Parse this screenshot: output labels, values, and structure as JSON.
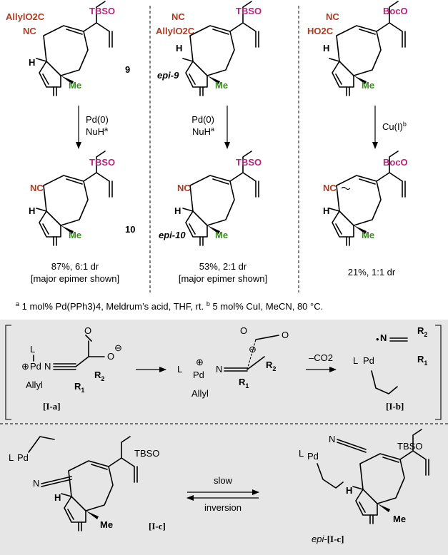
{
  "colors": {
    "ester": "#b5391c",
    "silyl": "#b3257f",
    "methyl": "#3a8a1e",
    "panel": "#e6e6e6"
  },
  "col1": {
    "sm_ester": "AllylO2C",
    "sm_cn": "NC",
    "sm_pg": "TBSO",
    "sm_me": "Me",
    "sm_label": "9",
    "reagent1": "Pd(0)",
    "reagent2": "NuH",
    "reagent2_sup": "a",
    "pr_cn": "NC",
    "pr_pg": "TBSO",
    "pr_me": "Me",
    "pr_label": "10",
    "yield": "87%, 6:1 dr",
    "note": "[major epimer shown]"
  },
  "col2": {
    "sm_ester": "AllylO2C",
    "sm_cn": "NC",
    "sm_pg": "TBSO",
    "sm_me": "Me",
    "sm_label": "epi-9",
    "reagent1": "Pd(0)",
    "reagent2": "NuH",
    "reagent2_sup": "a",
    "pr_cn": "NC",
    "pr_pg": "TBSO",
    "pr_me": "Me",
    "pr_label": "epi-10",
    "yield": "53%, 2:1 dr",
    "note": "[major epimer shown]"
  },
  "col3": {
    "sm_acid": "HO2C",
    "sm_cn": "NC",
    "sm_pg": "BocO",
    "sm_me": "Me",
    "reagent1": "Cu(I)",
    "reagent1_sup": "b",
    "pr_cn": "NC",
    "pr_pg": "BocO",
    "pr_me": "Me",
    "yield": "21%, 1:1 dr"
  },
  "footnote": {
    "a_mark": "a",
    "a_text": "1 mol% Pd(PPh3)4, Meldrum’s acid, THF, rt.",
    "b_mark": "b",
    "b_text": "5 mol% CuI, MeCN, 80 °C."
  },
  "mech": {
    "ia_label": "[I-a]",
    "ib_label": "[I-b]",
    "co2": "–CO2",
    "L": "L",
    "Pd": "Pd",
    "N": "N",
    "Allyl": "Allyl",
    "R1": "R1",
    "R2": "R2"
  },
  "eq": {
    "ic_label": "[I-c]",
    "epi_prefix": "epi-",
    "epi_label": "[I-c]",
    "slow": "slow",
    "inversion": "inversion",
    "pg": "TBSO",
    "me": "Me"
  }
}
